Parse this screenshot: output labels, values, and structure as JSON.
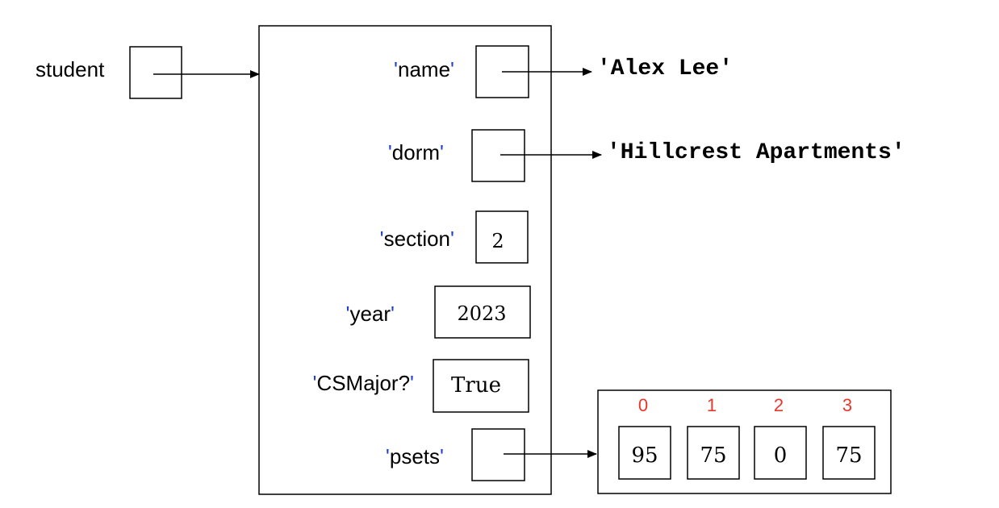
{
  "variable": {
    "name": "student"
  },
  "quote_color": "#1f3fd0",
  "index_color": "#e8362a",
  "dict_entries": [
    {
      "key": "name",
      "value_type": "reference",
      "target": "'Alex Lee'"
    },
    {
      "key": "dorm",
      "value_type": "reference",
      "target": "'Hillcrest Apartments'"
    },
    {
      "key": "section",
      "value_type": "inline",
      "value": "2"
    },
    {
      "key": "year",
      "value_type": "inline",
      "value": "2023"
    },
    {
      "key": "CSMajor?",
      "value_type": "inline",
      "value": "True"
    },
    {
      "key": "psets",
      "value_type": "reference",
      "target": "list"
    }
  ],
  "strings": {
    "name_value": "'Alex Lee'",
    "dorm_value": "'Hillcrest Apartments'"
  },
  "psets_list": {
    "indices": [
      "0",
      "1",
      "2",
      "3"
    ],
    "values": [
      "95",
      "75",
      "0",
      "75"
    ]
  }
}
